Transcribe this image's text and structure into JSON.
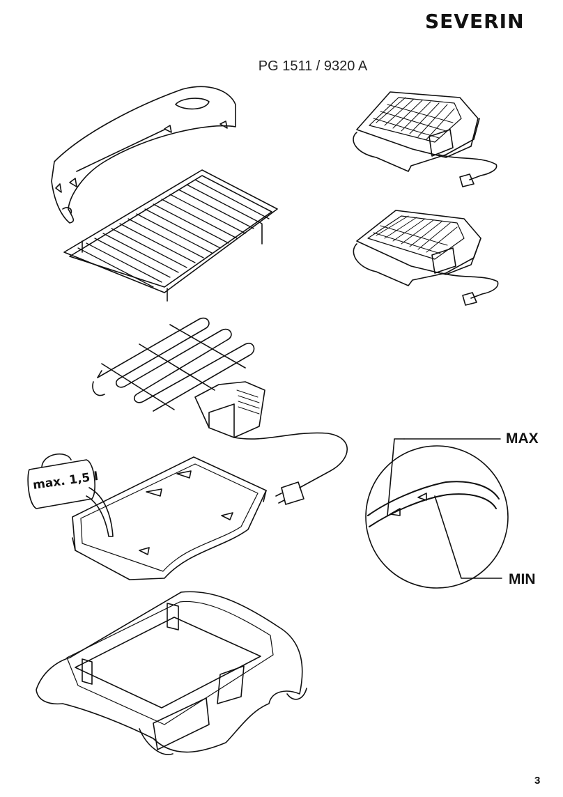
{
  "header": {
    "brand": "SEVERIN",
    "model": "PG 1511 / 9320  A"
  },
  "callouts": {
    "max_label": "MAX",
    "min_label": "MIN",
    "jug_marking": "max. 1,5 l"
  },
  "footer": {
    "page_number": "3"
  }
}
